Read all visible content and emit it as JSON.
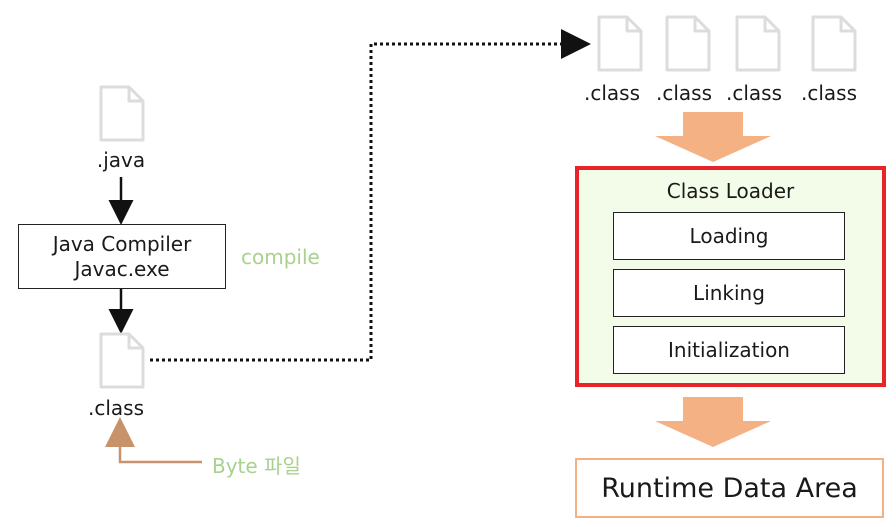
{
  "left": {
    "java_file_label": ".java",
    "compiler_line1": "Java Compiler",
    "compiler_line2": "Javac.exe",
    "compile_note": "compile",
    "class_file_label": ".class",
    "byte_note": "Byte 파일"
  },
  "right": {
    "class_files": [
      ".class",
      ".class",
      ".class",
      ".class"
    ],
    "class_loader": {
      "title": "Class Loader",
      "steps": [
        "Loading",
        "Linking",
        "Initialization"
      ]
    },
    "runtime_area": "Runtime Data Area"
  },
  "colors": {
    "arrow_orange": "#f4b183",
    "highlight_red": "#e8232a",
    "loader_bg": "#f3fbe9",
    "note_green": "#a9d18e",
    "note_brown": "#c8926a",
    "icon_gray": "#dcdcdc"
  }
}
